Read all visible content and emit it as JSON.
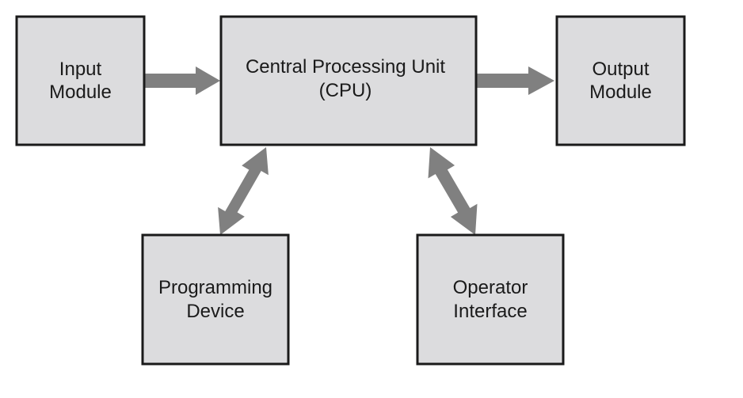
{
  "colors": {
    "box_fill": "#dcdcde",
    "box_stroke": "#1a1a1a",
    "arrow": "#808080",
    "text": "#1a1a1a"
  },
  "nodes": {
    "input": {
      "line1": "Input",
      "line2": "Module"
    },
    "cpu": {
      "line1": "Central Processing Unit",
      "line2": "(CPU)"
    },
    "output": {
      "line1": "Output",
      "line2": "Module"
    },
    "programming": {
      "line1": "Programming",
      "line2": "Device"
    },
    "operator": {
      "line1": "Operator",
      "line2": "Interface"
    }
  }
}
